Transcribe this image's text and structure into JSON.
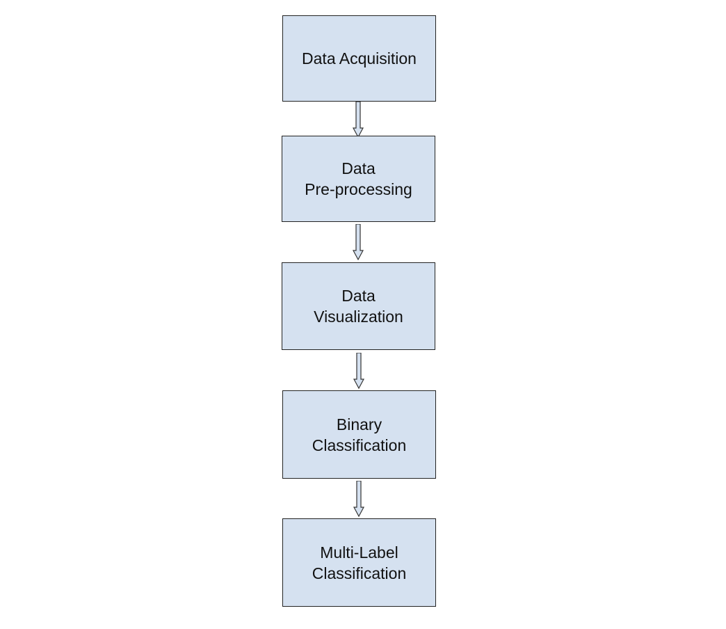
{
  "diagram": {
    "steps": [
      {
        "lines": [
          "Data Acquisition"
        ]
      },
      {
        "lines": [
          "Data",
          "Pre-processing"
        ]
      },
      {
        "lines": [
          "Data",
          "Visualization"
        ]
      },
      {
        "lines": [
          "Binary",
          "Classification"
        ]
      },
      {
        "lines": [
          "Multi-Label",
          "Classification"
        ]
      }
    ],
    "colors": {
      "box_fill": "#d5e1f0",
      "box_border": "#222222",
      "arrow_fill": "#d5e1f0",
      "arrow_stroke": "#333333"
    }
  }
}
